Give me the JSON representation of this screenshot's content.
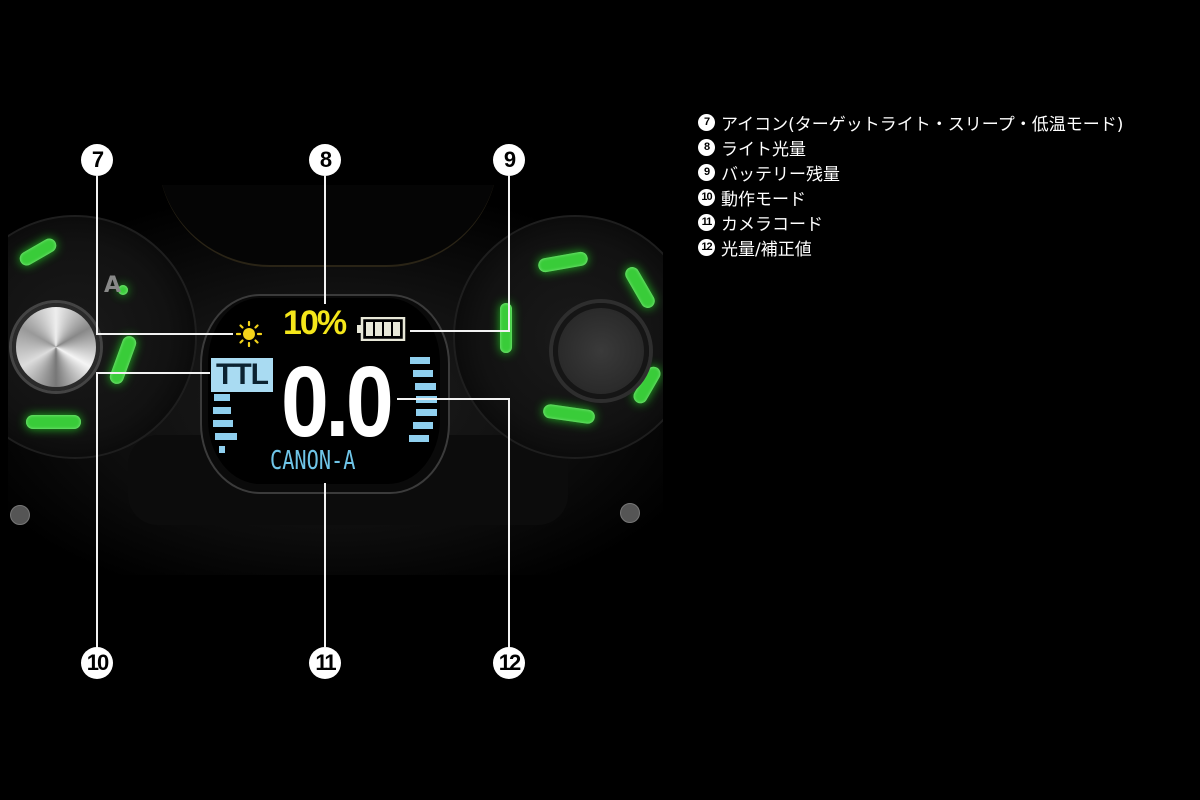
{
  "display": {
    "sun_icon": "sun-icon",
    "light_level": "10%",
    "battery_icon": "battery-full-icon",
    "mode": "TTL",
    "value": "0.0",
    "camera_code": "CANON-A",
    "dial_letter": "A"
  },
  "callouts": [
    {
      "num": "7",
      "label": "アイコン(ターゲットライト・スリープ・低温モード)"
    },
    {
      "num": "8",
      "label": "ライト光量"
    },
    {
      "num": "9",
      "label": "バッテリー残量"
    },
    {
      "num": "10",
      "label": "動作モード"
    },
    {
      "num": "11",
      "label": "カメラコード"
    },
    {
      "num": "12",
      "label": "光量/補正値"
    }
  ],
  "colors": {
    "background": "#000000",
    "light_level": "#f4e61a",
    "screen_blue": "#8fcfee",
    "dial_glow": "#3ddc3d",
    "callout": "#ffffff"
  }
}
